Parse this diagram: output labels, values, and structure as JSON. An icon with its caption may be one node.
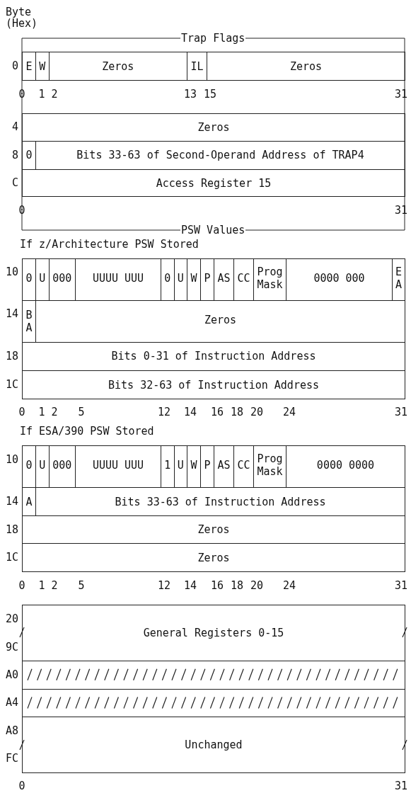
{
  "diagram": {
    "nodes": [
      {
        "text": [
          "E"
        ]
      },
      {
        "text": [
          "W"
        ]
      },
      {
        "text": [
          "Zeros"
        ]
      },
      {
        "text": [
          "IL"
        ]
      },
      {
        "text": [
          "Zeros"
        ]
      },
      {
        "text": [
          "Zeros"
        ]
      },
      {
        "text": [
          "0"
        ]
      },
      {
        "text": [
          "Bits 33-63 of Second-Operand Address of TRAP4"
        ]
      },
      {
        "text": [
          "Access Register 15"
        ]
      },
      {
        "text": [
          "0"
        ]
      },
      {
        "text": [
          "U"
        ]
      },
      {
        "text": [
          "000"
        ]
      },
      {
        "text": [
          "UUUU UUU"
        ]
      },
      {
        "text": [
          "0"
        ]
      },
      {
        "text": [
          "U"
        ]
      },
      {
        "text": [
          "W"
        ]
      },
      {
        "text": [
          "P"
        ]
      },
      {
        "text": [
          "AS"
        ]
      },
      {
        "text": [
          "CC"
        ]
      },
      {
        "text": [
          "Prog Mask"
        ]
      },
      {
        "text": [
          "0000 000"
        ]
      },
      {
        "text": [
          "E A"
        ]
      },
      {
        "text": [
          "B A"
        ]
      },
      {
        "text": [
          "Zeros"
        ]
      },
      {
        "text": [
          "Bits 0-31 of Instruction Address"
        ]
      },
      {
        "text": [
          "Bits 32-63 of Instruction Address"
        ]
      },
      {
        "text": [
          "0"
        ]
      },
      {
        "text": [
          "U"
        ]
      },
      {
        "text": [
          "000"
        ]
      },
      {
        "text": [
          "UUUU UUU"
        ]
      },
      {
        "text": [
          "1"
        ]
      },
      {
        "text": [
          "U"
        ]
      },
      {
        "text": [
          "W"
        ]
      },
      {
        "text": [
          "P"
        ]
      },
      {
        "text": [
          "AS"
        ]
      },
      {
        "text": [
          "CC"
        ]
      },
      {
        "text": [
          "Prog Mask"
        ]
      },
      {
        "text": [
          "0000 0000"
        ]
      },
      {
        "text": [
          "A"
        ]
      },
      {
        "text": [
          "Bits 33-63 of Instruction Address"
        ]
      },
      {
        "text": [
          "Zeros"
        ]
      },
      {
        "text": [
          "Zeros"
        ]
      },
      {
        "text": [
          "General Registers 0-15"
        ]
      },
      {
        "text": [],
        "shape": "box"
      },
      {
        "text": [],
        "shape": "box"
      },
      {
        "text": [
          "Unchanged"
        ]
      }
    ],
    "labels": [
      "Byte (Hex)",
      "Trap Flags",
      "0",
      "0",
      "1",
      "2",
      "13",
      "15",
      "31",
      "4",
      "8",
      "C",
      "0",
      "31",
      "PSW Values",
      "If z/Architecture PSW Stored",
      "10",
      "14",
      "18",
      "1C",
      "0",
      "1",
      "2",
      "5",
      "12",
      "14",
      "16",
      "18",
      "20",
      "24",
      "31",
      "If ESA/390 PSW Stored",
      "10",
      "14",
      "18",
      "1C",
      "0",
      "1",
      "2",
      "5",
      "12",
      "14",
      "16",
      "18",
      "20",
      "24",
      "31",
      "20",
      "9C",
      "A0",
      "A4",
      "A8",
      "FC",
      "0",
      "31"
    ]
  }
}
